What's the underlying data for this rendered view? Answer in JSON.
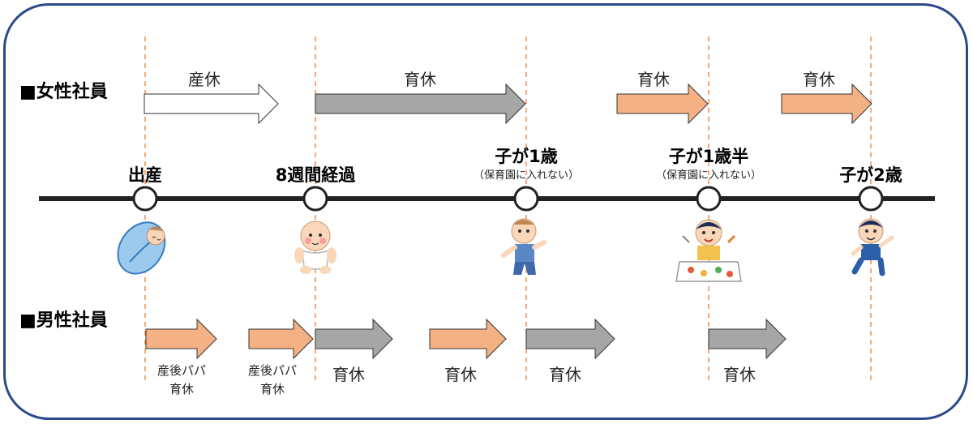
{
  "sections": {
    "women": "■女性社員",
    "men": "■男性社員"
  },
  "milestones": [
    {
      "label": "出産",
      "note": ""
    },
    {
      "label": "8週間経過",
      "note": ""
    },
    {
      "label": "子が1歳",
      "note": "（保育園に入れない）"
    },
    {
      "label": "子が1歳半",
      "note": "（保育園に入れない）"
    },
    {
      "label": "子が2歳",
      "note": ""
    }
  ],
  "women_arrows": [
    {
      "label": "産休",
      "style": "white"
    },
    {
      "label": "育休",
      "style": "gray"
    },
    {
      "label": "育休",
      "style": "orange"
    },
    {
      "label": "育休",
      "style": "orange"
    }
  ],
  "men_arrows": [
    {
      "label_line1": "産後パパ",
      "label_line2": "育休",
      "style": "orange"
    },
    {
      "label_line1": "産後パパ",
      "label_line2": "育休",
      "style": "orange"
    },
    {
      "label": "育休",
      "style": "gray"
    },
    {
      "label": "育休",
      "style": "orange"
    },
    {
      "label": "育休",
      "style": "gray"
    },
    {
      "label": "育休",
      "style": "gray"
    }
  ],
  "illustrations": [
    "newborn-baby",
    "infant-baby",
    "toddler-walking",
    "child-eating",
    "child-jumping"
  ],
  "colors": {
    "frame": "#2b4a8b",
    "timeline": "#222222",
    "dashed": "#ed7d31",
    "arrow_gray": "#a6a6a6",
    "arrow_orange": "#f4b183",
    "arrow_white": "#ffffff"
  }
}
